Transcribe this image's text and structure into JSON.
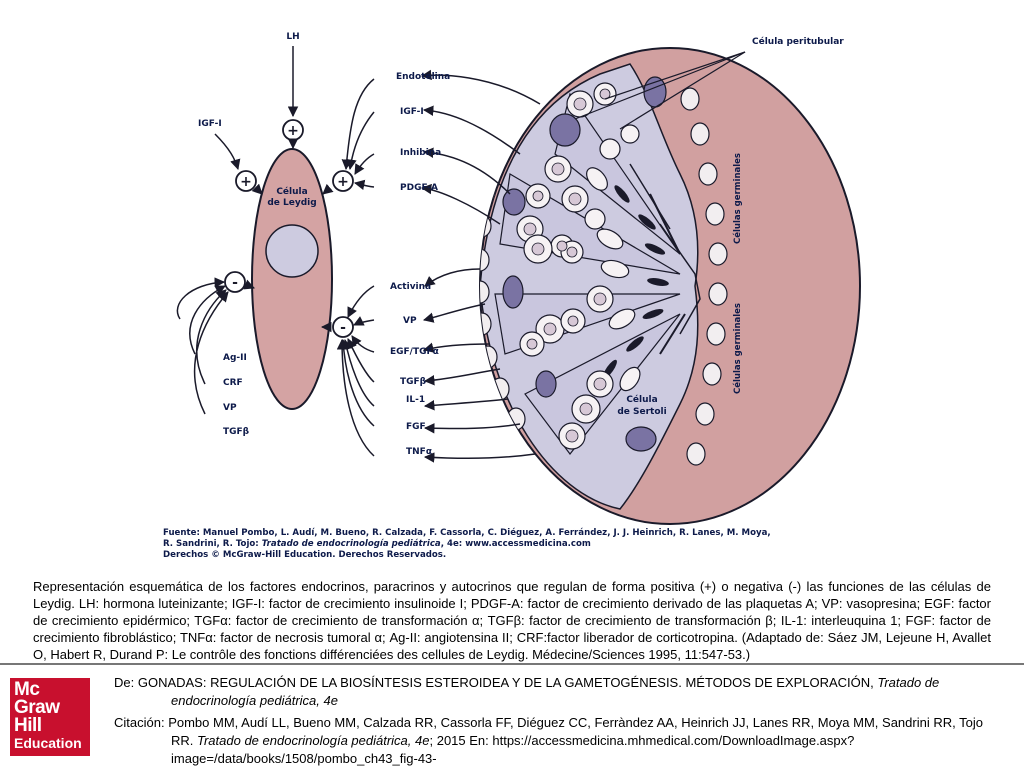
{
  "diagram": {
    "labels": {
      "lh": "LH",
      "igf_left": "IGF-I",
      "endotelina": "Endotelina",
      "igf_right": "IGF-I",
      "inhibina": "Inhibina",
      "pdgf": "PDGF-A",
      "celula_peritubular": "Célula peritubular",
      "leydig_line1": "Célula",
      "leydig_line2": "de Leydig",
      "agii": "Ag-II",
      "crf": "CRF",
      "vp_left": "VP",
      "tgfb_left": "TGFβ",
      "activina": "Activina",
      "vp_right": "VP",
      "egf": "EGF/TGFα",
      "tgfb_right": "TGFβ",
      "il1": "IL-1",
      "fgf": "FGF",
      "tnf": "TNFα",
      "celulas_germinales_1": "Células germinales",
      "celulas_germinales_2": "Células germinales",
      "sertoli_line1": "Célula",
      "sertoli_line2": "de Sertoli"
    },
    "signs": {
      "plus": "+",
      "minus": "-"
    },
    "colors": {
      "leydig_fill": "#d4a3a3",
      "tubule_fill": "#d1a0a0",
      "sertoli_fill": "#cdcbe0",
      "outline": "#1a1a2a",
      "label": "#0d1a4a"
    },
    "source": {
      "line1": "Fuente: Manuel Pombo, L. Audí, M. Bueno, R. Calzada, F. Cassorla, C. Diéguez, A. Ferrández, J. J. Heinrich, R. Lanes, M. Moya,",
      "line2_a": "R. Sandrini, R. Tojo: ",
      "line2_title": "Tratado de endocrinología pediátrica",
      "line2_b": ", 4e: www.accessmedicina.com",
      "line3": "Derechos © McGraw-Hill Education. Derechos Reservados."
    }
  },
  "caption": "Representación esquemática de los factores endocrinos, paracrinos y autocrinos que regulan de forma positiva (+) o negativa (-) las funciones de las células de Leydig. LH: hormona luteinizante; IGF-I: factor de crecimiento insulinoide I; PDGF-A: factor de crecimiento derivado de las plaquetas A; VP: vasopresina; EGF: factor de crecimiento epidérmico; TGFα: factor de crecimiento de transformación α; TGFβ: factor de crecimiento de transformación β; IL-1: interleuquina 1; FGF: factor de crecimiento fibroblástico; TNFα: factor de necrosis tumoral α; Ag-II: angiotensina II; CRF:factor liberador de corticotropina. (Adaptado de: Sáez JM, Lejeune H, Avallet O, Habert R, Durand P: Le contrôle des fonctions différenciées des cellules de Leydig. Médecine/Sciences 1995, 11:547-53.)",
  "logo": {
    "line1": "Mc",
    "line2": "Graw",
    "line3": "Hill",
    "line4": "Education",
    "bg_color": "#c8102e"
  },
  "source_info": {
    "de_prefix": "De: ",
    "de_text": "GONADAS: REGULACIÓN DE LA BIOSÍNTESIS ESTEROIDEA Y DE LA GAMETOGÉNESIS. MÉTODOS DE EXPLORACIÓN, ",
    "de_book": "Tratado de endocrinología pediátrica, 4e",
    "cita_prefix": "Citación: ",
    "cita_text": "Pombo MM, Audí LL, Bueno MM, Calzada RR, Cassorla FF, Diéguez CC, Ferràndez AA, Heinrich JJ, Lanes RR, Moya MM, Sandrini RR, Tojo RR. ",
    "cita_book": "Tratado de endocrinología pediátrica, 4e",
    "cita_rest": "; 2015 En: https://accessmedicina.mhmedical.com/DownloadImage.aspx?image=/data/books/1508/pombo_ch43_fig-43-"
  }
}
